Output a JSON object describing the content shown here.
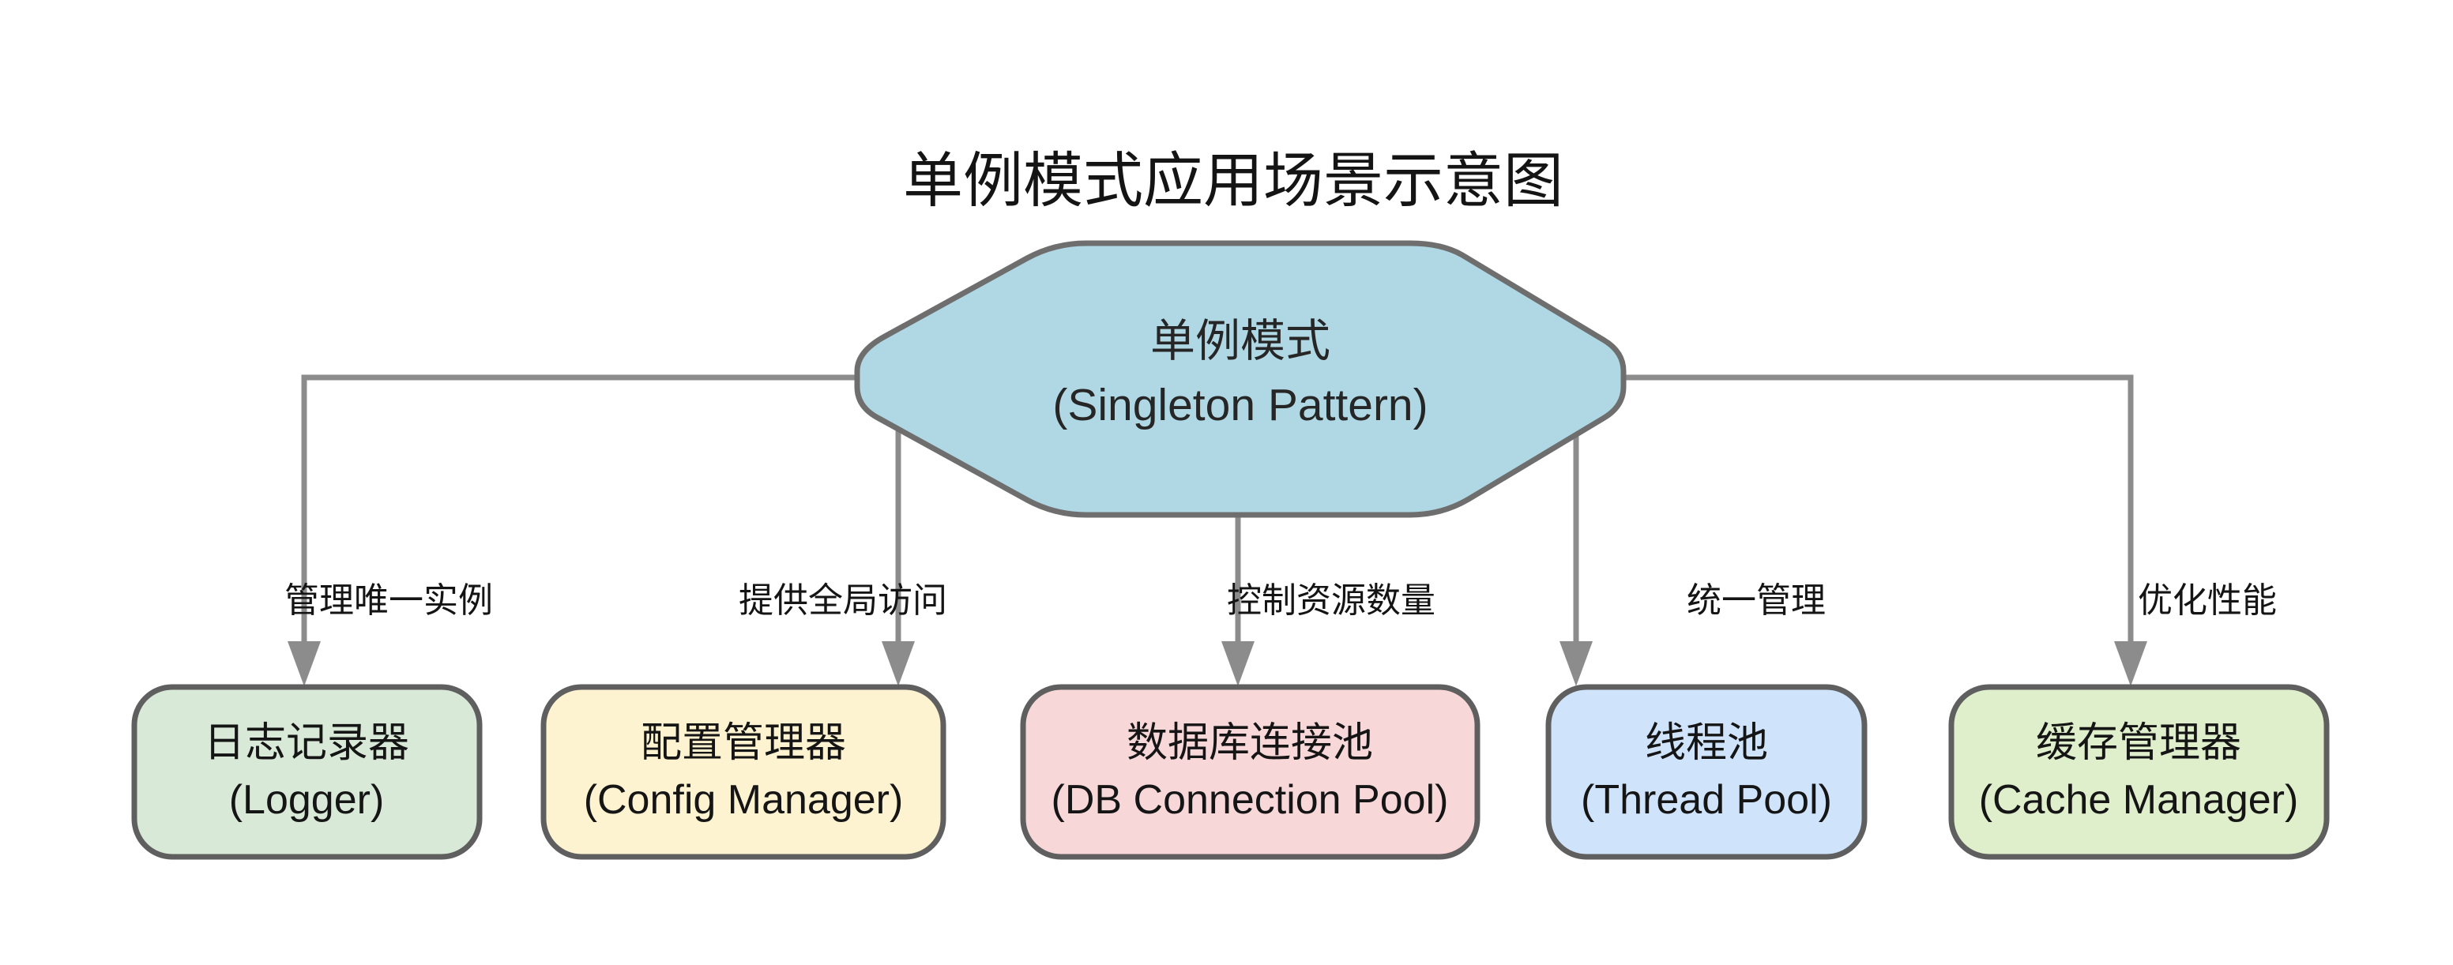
{
  "title": "单例模式应用场景示意图",
  "center_node": {
    "label_zh": "单例模式",
    "label_en": "(Singleton Pattern)",
    "fill": "#b0d8e4",
    "border": "#6e6e6e"
  },
  "edges": [
    {
      "label": "管理唯一实例"
    },
    {
      "label": "提供全局访问"
    },
    {
      "label": "控制资源数量"
    },
    {
      "label": "统一管理"
    },
    {
      "label": "优化性能"
    }
  ],
  "nodes": [
    {
      "label_zh": "日志记录器",
      "label_en": "(Logger)",
      "fill": "#d8e9d7"
    },
    {
      "label_zh": "配置管理器",
      "label_en": "(Config Manager)",
      "fill": "#fdf3d0"
    },
    {
      "label_zh": "数据库连接池",
      "label_en": "(DB Connection Pool)",
      "fill": "#f8d7d9"
    },
    {
      "label_zh": "线程池",
      "label_en": "(Thread Pool)",
      "fill": "#cfe4fb"
    },
    {
      "label_zh": "缓存管理器",
      "label_en": "(Cache Manager)",
      "fill": "#dfeecb"
    }
  ],
  "colors": {
    "connector": "#8c8c8c",
    "node_border": "#5f5f5f",
    "background": "#ffffff",
    "text": "#141414"
  }
}
